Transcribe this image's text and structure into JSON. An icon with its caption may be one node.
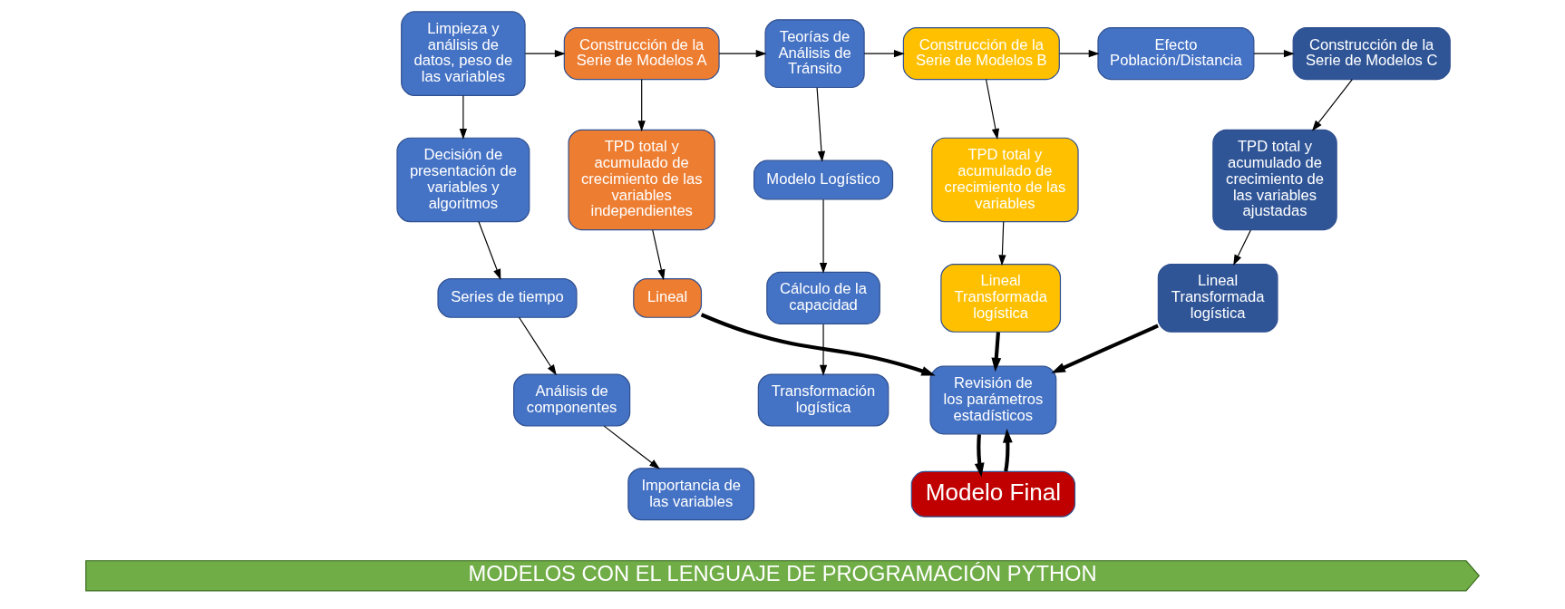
{
  "diagram": {
    "nodes": [
      {
        "text": [
          "Limpieza y análisis de datos, peso de las variables"
        ]
      },
      {
        "text": [
          "Decisión de presentación de variables y algoritmos"
        ]
      },
      {
        "text": [
          "Series de tiempo"
        ]
      },
      {
        "text": [
          "Análisis de componentes"
        ]
      },
      {
        "text": [
          "Importancia de las variables"
        ]
      },
      {
        "text": [
          "Construcción de la Serie de Modelos A"
        ]
      },
      {
        "text": [
          "TPD total y acumulado de crecimiento de las variables independientes"
        ]
      },
      {
        "text": [
          "Lineal"
        ]
      },
      {
        "text": [
          "Teorías de Análisis de Tránsito"
        ]
      },
      {
        "text": [
          "Modelo Logístico"
        ]
      },
      {
        "text": [
          "Cálculo de la capacidad"
        ]
      },
      {
        "text": [
          "Transformación logística"
        ]
      },
      {
        "text": [
          "Construcción de la Serie de Modelos B"
        ]
      },
      {
        "text": [
          "TPD total y acumulado de crecimiento de las variables"
        ]
      },
      {
        "text": [
          "Lineal Transformada logística"
        ]
      },
      {
        "text": [
          "Efecto Población/Distancia"
        ]
      },
      {
        "text": [
          "Construcción de la Serie de Modelos C"
        ]
      },
      {
        "text": [
          "TPD total y acumulado de crecimiento de las variables ajustadas"
        ]
      },
      {
        "text": [
          "Lineal Transformada logística"
        ]
      },
      {
        "text": [
          "Revisión de los parámetros estadísticos"
        ]
      },
      {
        "text": [
          "Modelo Final"
        ]
      },
      {
        "text": [
          "MODELOS CON EL LENGUAJE DE PROGRAMACIÓN PYTHON"
        ]
      }
    ],
    "edges": [
      {
        "from": 0,
        "to": 1,
        "arrow": "to"
      },
      {
        "from": 1,
        "to": 2,
        "arrow": "to"
      },
      {
        "from": 2,
        "to": 3,
        "arrow": "to"
      },
      {
        "from": 3,
        "to": 4,
        "arrow": "to"
      },
      {
        "from": 0,
        "to": 5,
        "arrow": "to"
      },
      {
        "from": 5,
        "to": 6,
        "arrow": "to"
      },
      {
        "from": 6,
        "to": 7,
        "arrow": "to"
      },
      {
        "from": 5,
        "to": 8,
        "arrow": "to"
      },
      {
        "from": 8,
        "to": 9,
        "arrow": "to"
      },
      {
        "from": 9,
        "to": 10,
        "arrow": "to"
      },
      {
        "from": 10,
        "to": 11,
        "arrow": "to"
      },
      {
        "from": 8,
        "to": 12,
        "arrow": "to"
      },
      {
        "from": 12,
        "to": 13,
        "arrow": "to"
      },
      {
        "from": 13,
        "to": 14,
        "arrow": "to"
      },
      {
        "from": 12,
        "to": 15,
        "arrow": "to"
      },
      {
        "from": 15,
        "to": 16,
        "arrow": "to"
      },
      {
        "from": 16,
        "to": 17,
        "arrow": "to"
      },
      {
        "from": 17,
        "to": 18,
        "arrow": "to"
      },
      {
        "from": 7,
        "to": 19,
        "arrow": "to",
        "style": "thick"
      },
      {
        "from": 14,
        "to": 19,
        "arrow": "to",
        "style": "thick"
      },
      {
        "from": 18,
        "to": 19,
        "arrow": "to",
        "style": "thick"
      },
      {
        "from": 19,
        "to": 20,
        "arrow": "to",
        "style": "thick"
      },
      {
        "from": 20,
        "to": 19,
        "arrow": "to",
        "style": "thick"
      }
    ]
  }
}
